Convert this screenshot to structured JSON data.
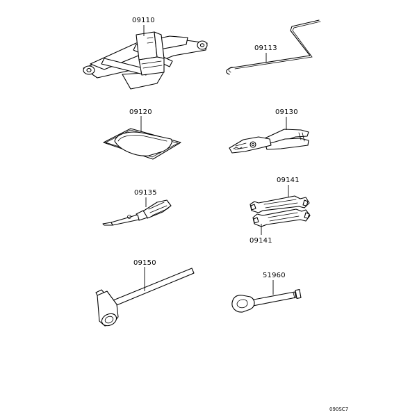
{
  "diagram": {
    "parts": [
      {
        "id": "jack",
        "number": "09110"
      },
      {
        "id": "jack-handle-rod",
        "number": "09113"
      },
      {
        "id": "tool-bag",
        "number": "09120"
      },
      {
        "id": "pliers",
        "number": "09130"
      },
      {
        "id": "screwdriver",
        "number": "09135"
      },
      {
        "id": "wrench-upper",
        "number": "09141"
      },
      {
        "id": "wrench-lower",
        "number": "09141"
      },
      {
        "id": "lug-wrench",
        "number": "09150"
      },
      {
        "id": "towing-eye",
        "number": "51960"
      }
    ],
    "figure_code": "090SC7"
  }
}
